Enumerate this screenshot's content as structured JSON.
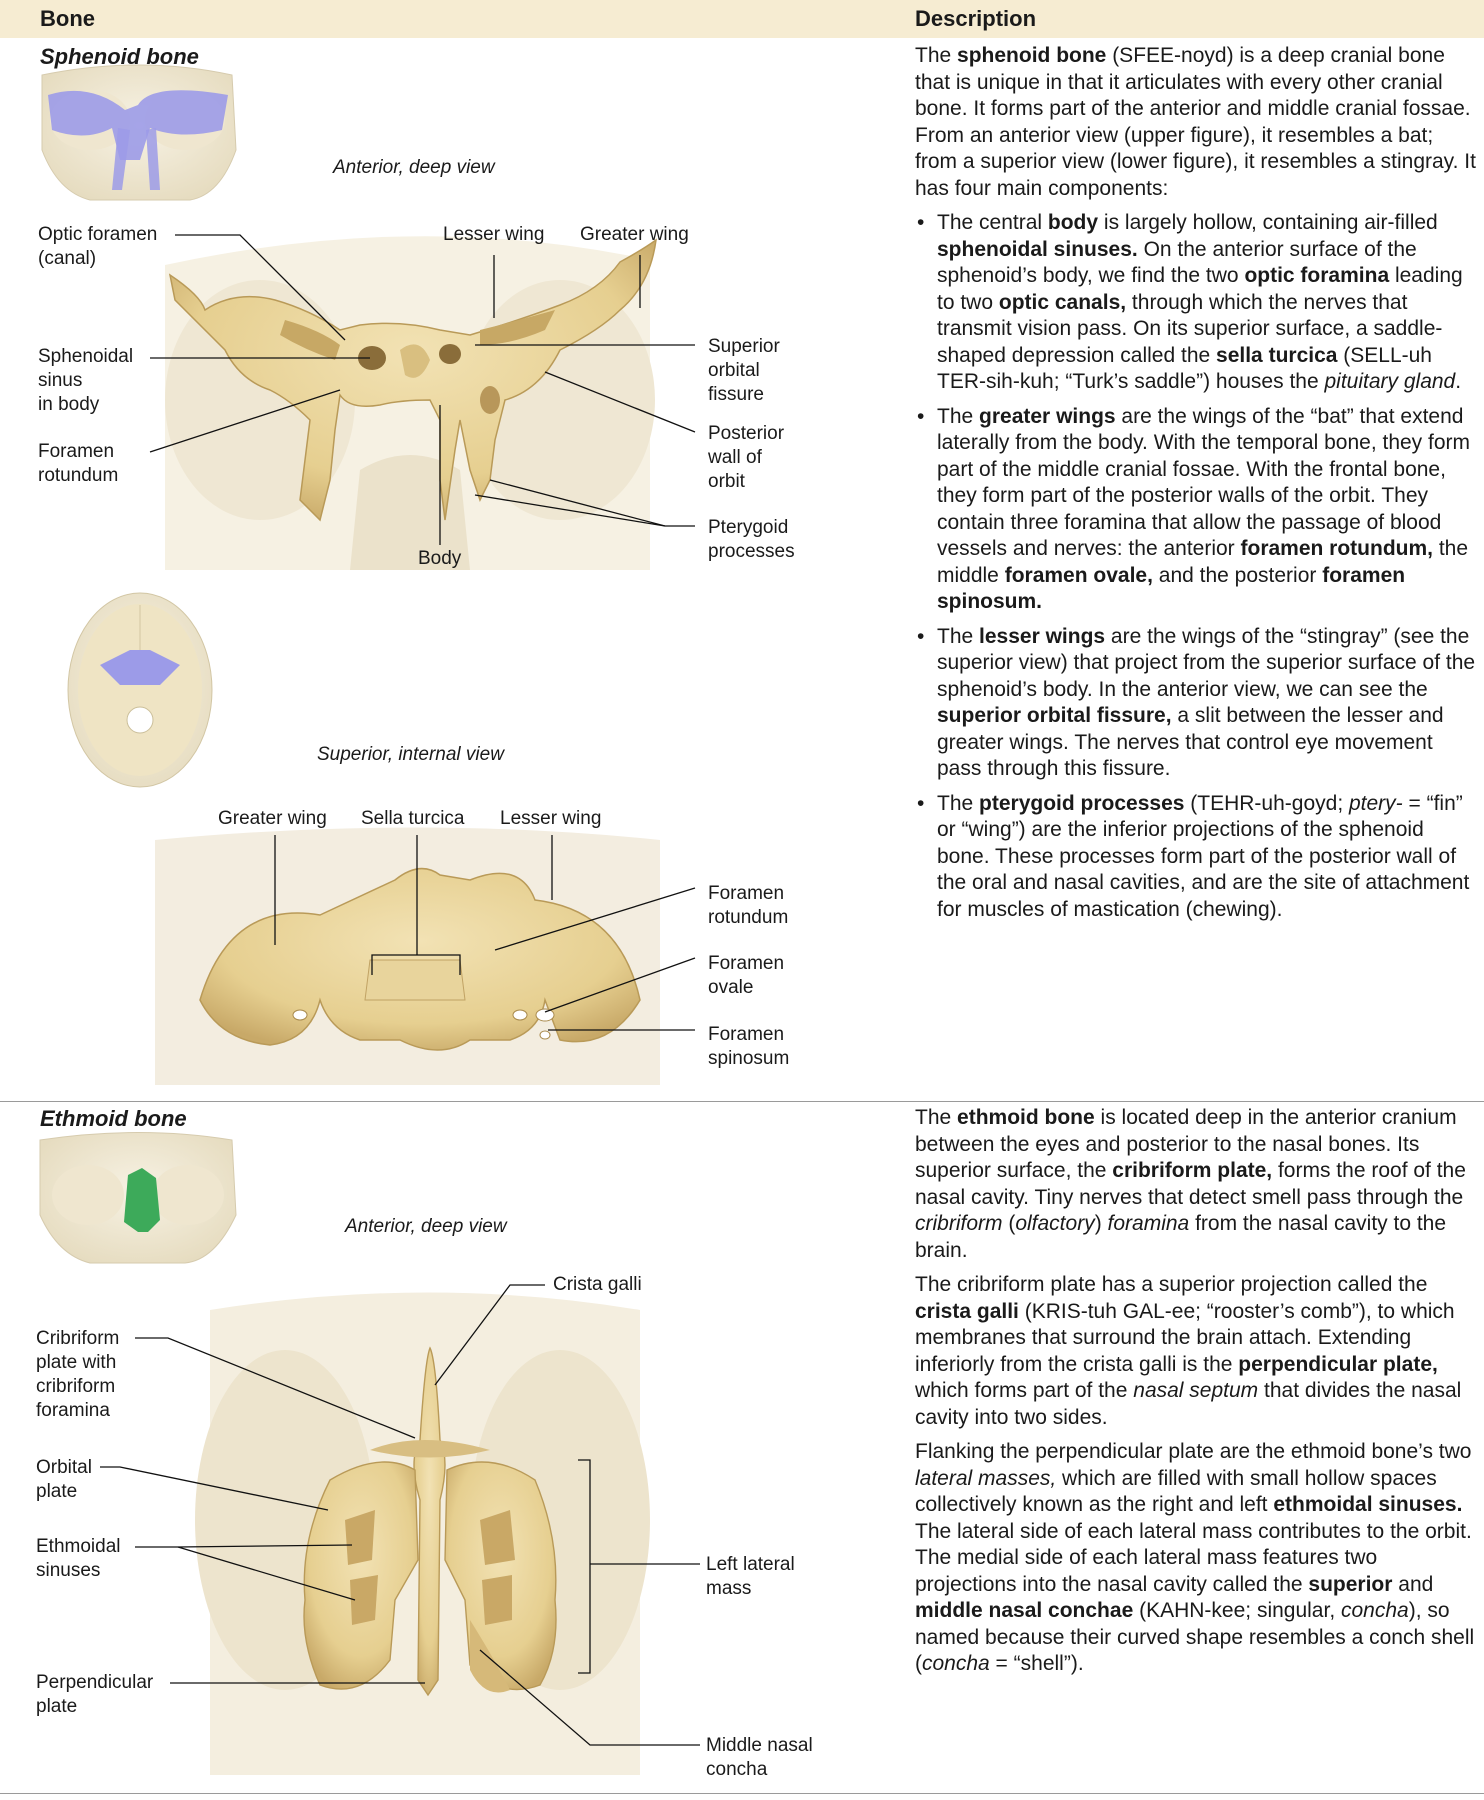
{
  "header": {
    "col_bone": "Bone",
    "col_description": "Description"
  },
  "colors": {
    "header_bg": "#f6ecd2",
    "bone": "#e9d49a",
    "bone_shadow": "#c9ac6a",
    "skull": "#f3ecd8",
    "sphenoid_highlight": "#9c9be8",
    "ethmoid_highlight": "#3daa5a"
  },
  "sphenoid": {
    "title": "Sphenoid bone",
    "view_anterior": "Anterior, deep view",
    "view_superior": "Superior, internal view",
    "labels": {
      "optic_foramen_1": "Optic foramen",
      "optic_foramen_2": "(canal)",
      "lesser_wing": "Lesser wing",
      "greater_wing": "Greater wing",
      "sphenoidal_sinus_1": "Sphenoidal",
      "sphenoidal_sinus_2": "sinus",
      "sphenoidal_sinus_3": "in body",
      "superior_orbital_1": "Superior",
      "superior_orbital_2": "orbital",
      "superior_orbital_3": "fissure",
      "foramen_rotundum_1": "Foramen",
      "foramen_rotundum_2": "rotundum",
      "posterior_wall_1": "Posterior",
      "posterior_wall_2": "wall of",
      "posterior_wall_3": "orbit",
      "pterygoid_1": "Pterygoid",
      "pterygoid_2": "processes",
      "body": "Body",
      "sup_greater_wing": "Greater wing",
      "sup_sella_turcica": "Sella turcica",
      "sup_lesser_wing": "Lesser wing",
      "sup_rotundum_1": "Foramen",
      "sup_rotundum_2": "rotundum",
      "sup_ovale_1": "Foramen",
      "sup_ovale_2": "ovale",
      "sup_spinosum_1": "Foramen",
      "sup_spinosum_2": "spinosum"
    },
    "desc": {
      "intro": {
        "t1": "The ",
        "b1": "sphenoid bone",
        "t2": " (SFEE-noyd) is a deep cranial bone that is unique in that it articulates with every other cranial bone. It forms part of the anterior and middle cranial fossae. From an anterior view (upper figure), it resembles a bat; from a superior view (lower figure), it resembles a stingray. It has four main components:"
      },
      "b1": {
        "t1": "The central ",
        "b1": "body",
        "t2": " is largely hollow, containing air-filled ",
        "b2": "sphenoidal sinuses.",
        "t3": " On the anterior surface of the sphenoid’s body, we find the two ",
        "b3": "optic foramina",
        "t4": " leading to two ",
        "b4": "optic canals,",
        "t5": " through which the nerves that transmit vision pass. On its superior surface, a saddle-shaped depression called the ",
        "b5": "sella turcica",
        "t6": " (SELL-uh TER-sih-kuh; “Turk’s saddle”) houses the ",
        "i1": "pituitary gland",
        "t7": "."
      },
      "b2": {
        "t1": "The ",
        "b1": "greater wings",
        "t2": " are the wings of the “bat” that extend laterally from the body. With the temporal bone, they form part of the middle cranial fossae. With the frontal bone, they form part of the posterior walls of the orbit. They contain three foramina that allow the passage of blood vessels and nerves: the anterior ",
        "b2": "foramen rotundum,",
        "t3": " the middle ",
        "b3": "foramen ovale,",
        "t4": " and the posterior ",
        "b4": "foramen spinosum."
      },
      "b3": {
        "t1": "The ",
        "b1": "lesser wings",
        "t2": " are the wings of the “stingray” (see the superior view) that project from the superior surface of the sphenoid’s body. In the anterior view, we can see the ",
        "b2": "superior orbital fissure,",
        "t3": " a slit between the lesser and greater wings. The nerves that control eye movement pass through this fissure."
      },
      "b4": {
        "t1": "The ",
        "b1": "pterygoid processes",
        "t2": " (TEHR-uh-goyd; ",
        "i1": "ptery-",
        "t3": " = “fin” or “wing”) are the inferior projections of the sphenoid bone. These processes form part of the posterior wall of the oral and nasal cavities, and are the site of attachment for muscles of mastication (chewing)."
      }
    }
  },
  "ethmoid": {
    "title": "Ethmoid bone",
    "view_anterior": "Anterior, deep view",
    "labels": {
      "crista_galli": "Crista galli",
      "cribriform_1": "Cribriform",
      "cribriform_2": "plate with",
      "cribriform_3": "cribriform",
      "cribriform_4": "foramina",
      "orbital_1": "Orbital",
      "orbital_2": "plate",
      "ethmoidal_1": "Ethmoidal",
      "ethmoidal_2": "sinuses",
      "left_lateral_1": "Left lateral",
      "left_lateral_2": "mass",
      "perpendicular_1": "Perpendicular",
      "perpendicular_2": "plate",
      "middle_concha_1": "Middle nasal",
      "middle_concha_2": "concha"
    },
    "desc": {
      "p1": {
        "t1": "The ",
        "b1": "ethmoid bone",
        "t2": " is located deep in the anterior cranium between the eyes and posterior to the nasal bones. Its superior surface, the ",
        "b2": "cribriform plate,",
        "t3": " forms the roof of the nasal cavity. Tiny nerves that detect smell pass through the ",
        "i1": "cribriform",
        "t4": " (",
        "i2": "olfactory",
        "t5": ") ",
        "i3": "foramina",
        "t6": " from the nasal cavity to the brain."
      },
      "p2": {
        "t1": "The cribriform plate has a superior projection called the ",
        "b1": "crista galli",
        "t2": " (KRIS-tuh GAL-ee; “rooster’s comb”), to which membranes that surround the brain attach. Extending inferiorly from the crista galli is the ",
        "b2": "perpendicular plate,",
        "t3": " which forms part of the ",
        "i1": "nasal septum",
        "t4": " that divides the nasal cavity into two sides."
      },
      "p3": {
        "t1": "Flanking the perpendicular plate are the ethmoid bone’s two ",
        "i1": "lateral masses,",
        "t2": " which are filled with small hollow spaces collectively known as the right and left ",
        "b1": "ethmoidal sinuses.",
        "t3": " The lateral side of each lateral mass contributes to the orbit. The medial side of each lateral mass features two projections into the nasal cavity called the ",
        "b2": "superior",
        "t4": " and ",
        "b3": "middle nasal conchae",
        "t5": " (KAHN-kee; singular, ",
        "i2": "concha",
        "t6": "), so named because their curved shape resembles a conch shell (",
        "i3": "concha",
        "t7": " = “shell”)."
      }
    }
  }
}
